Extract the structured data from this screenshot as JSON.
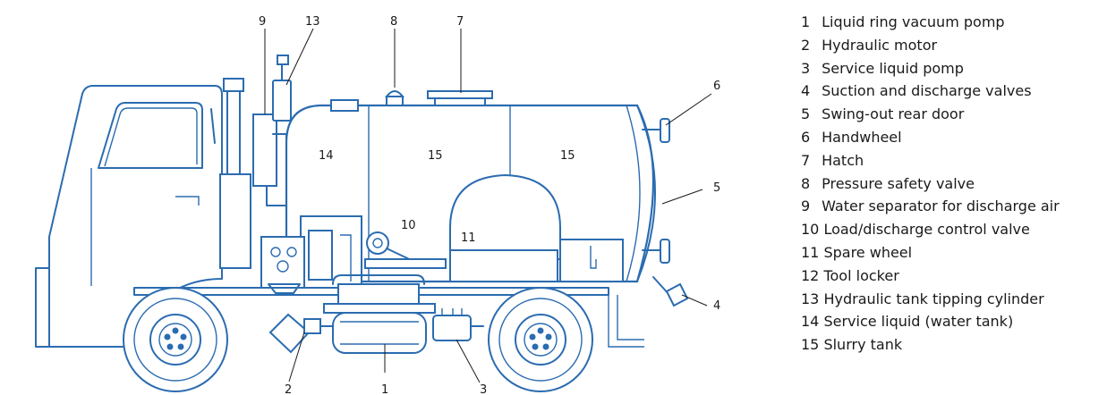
{
  "callouts": {
    "c1": "1",
    "c2": "2",
    "c3": "3",
    "c4": "4",
    "c5": "5",
    "c6": "6",
    "c7": "7",
    "c8": "8",
    "c9": "9",
    "c13": "13",
    "c10": "10",
    "c11": "11",
    "c14": "14",
    "c15a": "15",
    "c15b": "15"
  },
  "legend": [
    {
      "num": "1",
      "label": "Liquid ring vacuum pomp"
    },
    {
      "num": "2",
      "label": "Hydraulic motor"
    },
    {
      "num": "3",
      "label": "Service liquid pomp"
    },
    {
      "num": "4",
      "label": "Suction and discharge valves"
    },
    {
      "num": "5",
      "label": "Swing-out rear door"
    },
    {
      "num": "6",
      "label": "Handwheel"
    },
    {
      "num": "7",
      "label": "Hatch"
    },
    {
      "num": "8",
      "label": "Pressure safety valve"
    },
    {
      "num": "9",
      "label": "Water separator for discharge air"
    },
    {
      "num": "10",
      "label": "Load/discharge control valve"
    },
    {
      "num": "11",
      "label": "Spare wheel"
    },
    {
      "num": "12",
      "label": "Tool locker"
    },
    {
      "num": "13",
      "label": "Hydraulic tank tipping cylinder"
    },
    {
      "num": "14",
      "label": "Service liquid (water tank)"
    },
    {
      "num": "15",
      "label": "Slurry tank"
    }
  ],
  "colors": {
    "line": "#2b6cb0",
    "text": "#1a1a1a",
    "background": "#ffffff"
  }
}
